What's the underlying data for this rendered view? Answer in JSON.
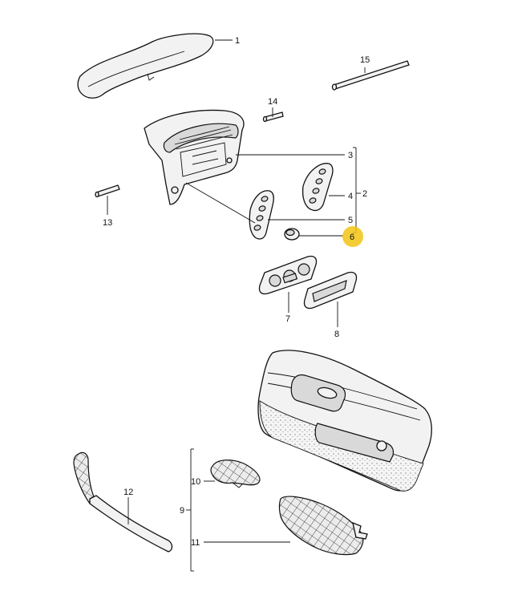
{
  "highlight_color": "#f2c413",
  "callouts": {
    "c1": "1",
    "c2": "2",
    "c3": "3",
    "c4": "4",
    "c5": "5",
    "c6": "6",
    "c7": "7",
    "c8": "8",
    "c9": "9",
    "c10": "10",
    "c11": "11",
    "c12": "12",
    "c13": "13",
    "c14": "14",
    "c15": "15"
  },
  "highlighted_callout": "6"
}
